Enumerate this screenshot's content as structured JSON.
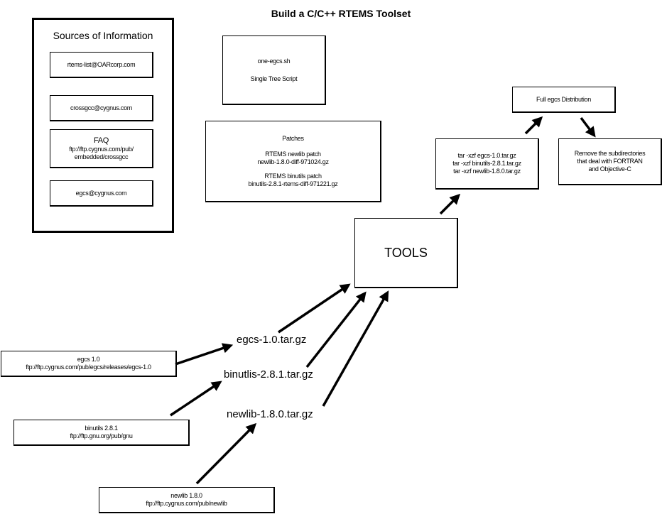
{
  "title": "Build a C/C++ RTEMS Toolset",
  "sources": {
    "heading": "Sources of Information",
    "items": [
      {
        "lines": [
          "rtems-list@OARcorp.com"
        ]
      },
      {
        "lines": [
          "crossgcc@cygnus.com"
        ]
      },
      {
        "heading": "FAQ",
        "lines": [
          "ftp://ftp.cygnus.com/pub/",
          "embedded/crossgcc"
        ]
      },
      {
        "lines": [
          "egcs@cygnus.com"
        ]
      }
    ]
  },
  "script_box": {
    "name": "one-egcs.sh",
    "desc": "Single Tree Script"
  },
  "patches": {
    "heading": "Patches",
    "groups": [
      {
        "label": "RTEMS newlib patch",
        "file": "newlib-1.8.0-diff-971024.gz"
      },
      {
        "label": "RTEMS binutils patch",
        "file": "binutils-2.8.1-rtems-diff-971221.gz"
      }
    ]
  },
  "distribution": "Full egcs Distribution",
  "remove_note": [
    "Remove the subdirectories",
    "that deal with FORTRAN",
    "and Objective-C"
  ],
  "tar_commands": [
    "tar -xzf egcs-1.0.tar.gz",
    "tar -xzf binutils-2.8.1.tar.gz",
    "tar -xzf newlib-1.8.0.tar.gz"
  ],
  "tools": "TOOLS",
  "archives": [
    "egcs-1.0.tar.gz",
    "binutlis-2.8.1.tar.gz",
    "newlib-1.8.0.tar.gz"
  ],
  "downloads": [
    {
      "name": "egcs 1.0",
      "url": "ftp://ftp.cygnus.com/pub/egcs/releases/egcs-1.0"
    },
    {
      "name": "binutils 2.8.1",
      "url": "ftp://ftp.gnu.org/pub/gnu"
    },
    {
      "name": "newlib 1.8.0",
      "url": "ftp://ftp.cygnus.com/pub/newlib"
    }
  ]
}
